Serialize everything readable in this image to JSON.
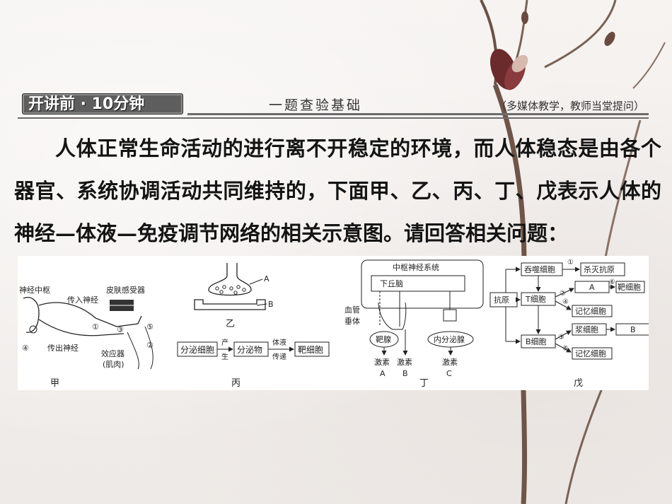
{
  "banner": {
    "tag": "开讲前 · 10分钟",
    "center": "一题查验基础",
    "right": "（多媒体教学，教师当堂提问）"
  },
  "paragraph": "人体正常生命活动的进行离不开稳定的环境，而人体稳态是由各个器官、系统协调活动共同维持的，下面甲、乙、丙、丁、戊表示人体的神经—体液—免疫调节网络的相关示意图。请回答相关问题：",
  "figure": {
    "jia": {
      "caption": "甲",
      "labels": {
        "center": "神经中枢",
        "afferent": "传入神经",
        "receptor": "皮肤感受器",
        "efferent": "传出神经",
        "effector": "效应器",
        "effector_note": "(肌肉)",
        "n1": "①",
        "n2": "②",
        "n3": "③",
        "n4": "④",
        "n5": "⑤"
      }
    },
    "yi": {
      "caption": "乙",
      "label_a": "A",
      "label_b": "B"
    },
    "bing": {
      "caption": "丙",
      "box1": "分泌细胞",
      "arrow1_top": "产",
      "arrow1_bottom": "生",
      "box2": "分泌物",
      "arrow2_top": "体液",
      "arrow2_bottom": "传递",
      "box3": "靶细胞"
    },
    "ding": {
      "caption": "丁",
      "cns": "中枢神经系统",
      "hypothalamus": "下丘脑",
      "vessel": "血管",
      "pituitary": "垂体",
      "target_gland": "靶腺",
      "endocrine": "内分泌腺",
      "hormone_a_1": "激素",
      "hormone_a_2": "A",
      "hormone_b_1": "激素",
      "hormone_b_2": "B",
      "hormone_c_1": "激素",
      "hormone_c_2": "C"
    },
    "wu": {
      "caption": "戊",
      "antigen": "抗原",
      "phagocyte": "吞噬细胞",
      "kill": "杀灭抗原",
      "tcell": "T细胞",
      "a": "A",
      "target_cell": "靶细胞",
      "memory1": "记忆细胞",
      "bcell": "B细胞",
      "plasma": "浆细胞",
      "b": "B",
      "memory2": "记忆细胞",
      "n1": "①",
      "n2": "②",
      "n3": "③",
      "n4": "④",
      "n5": "⑤",
      "n6": "⑥"
    }
  }
}
